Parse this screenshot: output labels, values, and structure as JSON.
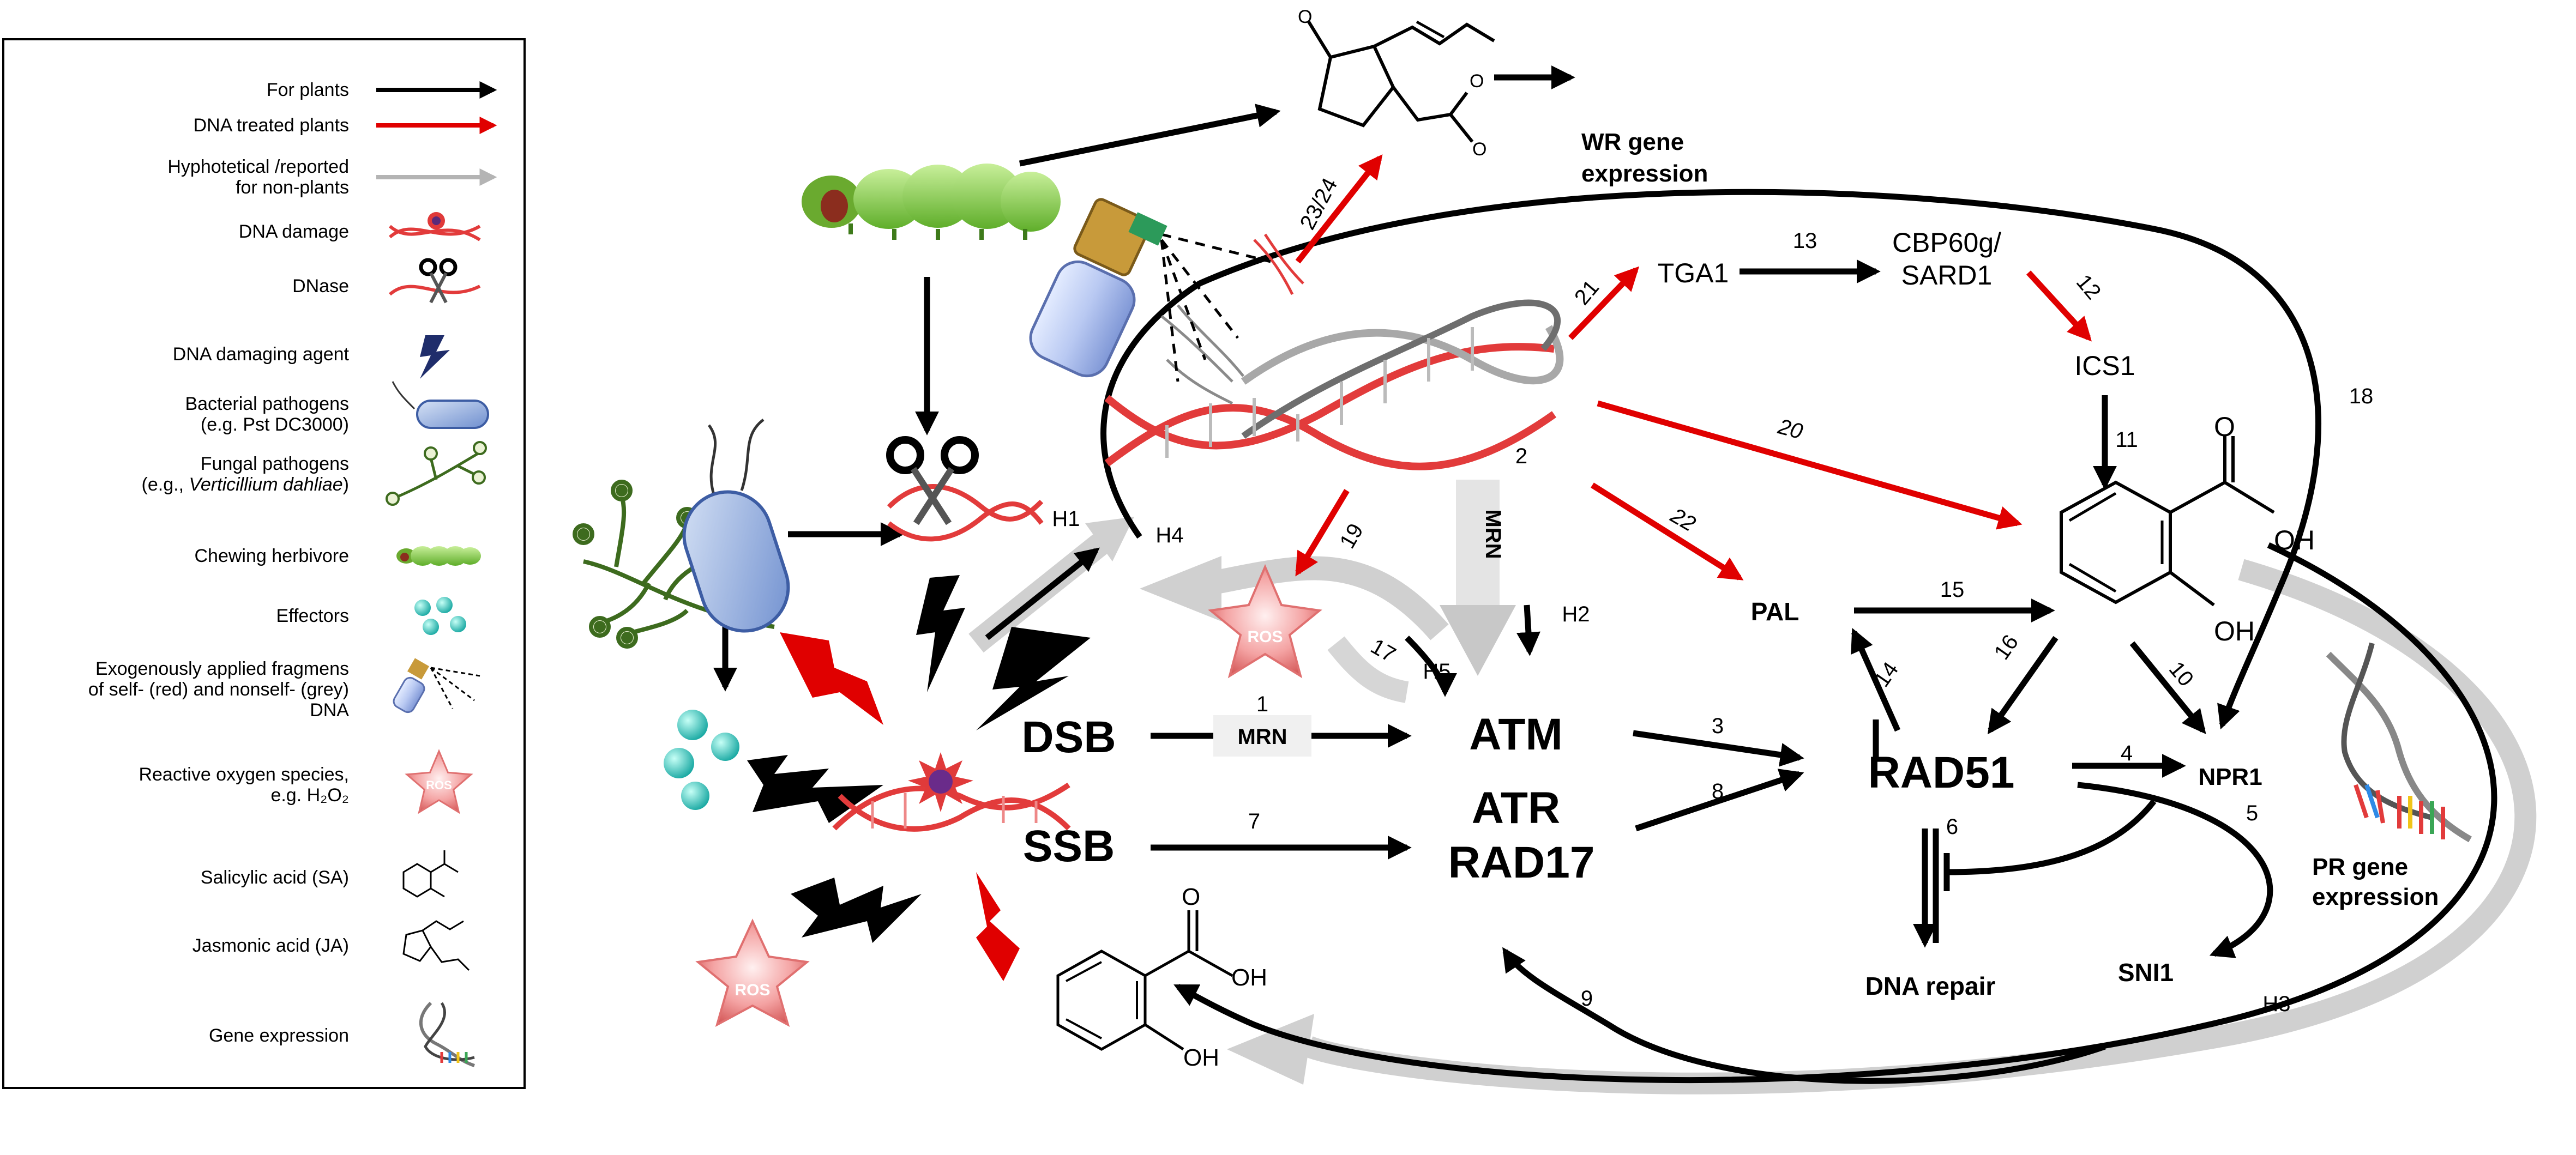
{
  "legend": {
    "items": [
      {
        "lines": [
          "For plants"
        ],
        "symbol": "black-arrow-icon",
        "color": "#000000"
      },
      {
        "lines": [
          "DNA treated plants"
        ],
        "symbol": "red-arrow-icon",
        "color": "#e00000"
      },
      {
        "lines": [
          "Hyphotetical /reported",
          "for non-plants"
        ],
        "symbol": "grey-arrow-icon",
        "color": "#b4b4b4"
      },
      {
        "lines": [
          "DNA damage"
        ],
        "symbol": "dna-damage-icon"
      },
      {
        "lines": [
          "DNase"
        ],
        "symbol": "dnase-icon"
      },
      {
        "lines": [
          "DNA damaging agent"
        ],
        "symbol": "lightning-icon"
      },
      {
        "lines": [
          "Bacterial pathogens",
          "(e.g. Pst DC3000)"
        ],
        "symbol": "bacterium-icon"
      },
      {
        "lines": [
          "Fungal pathogens",
          "(e.g., Verticillium dahliae)"
        ],
        "symbol": "fungus-icon"
      },
      {
        "lines": [
          "Chewing herbivore"
        ],
        "symbol": "caterpillar-icon"
      },
      {
        "lines": [
          "Effectors"
        ],
        "symbol": "effectors-icon"
      },
      {
        "lines": [
          "Exogenously applied fragmens",
          "of self-  (red) and nonself- (grey)",
          "DNA"
        ],
        "symbol": "spray-bottle-icon"
      },
      {
        "lines": [
          "Reactive oxygen species,",
          "e.g. H₂O₂"
        ],
        "symbol": "ros-star-icon"
      },
      {
        "lines": [
          "Salicylic acid (SA)"
        ],
        "symbol": "sa-molecule-icon"
      },
      {
        "lines": [
          "Jasmonic acid (JA)"
        ],
        "symbol": "ja-molecule-icon"
      },
      {
        "lines": [
          "Gene expression"
        ],
        "symbol": "gene-expression-icon"
      }
    ]
  },
  "nodes": {
    "dsb": "DSB",
    "ssb": "SSB",
    "atm": "ATM",
    "atr": "ATR",
    "rad17": "RAD17",
    "rad51": "RAD51",
    "npr1": "NPR1",
    "sni1": "SNI1",
    "dna_repair": "DNA repair",
    "pal": "PAL",
    "tga1": "TGA1",
    "cbp60g": "CBP60g/",
    "sard1": "SARD1",
    "ics1": "ICS1",
    "wr_gene_1": "WR gene",
    "wr_gene_2": "expression",
    "pr_gene_1": "PR gene",
    "pr_gene_2": "expression",
    "mrn_box": "MRN",
    "mrn_vertical": "MRN",
    "ros": "ROS"
  },
  "sa_labels": {
    "oh": "OH",
    "o": "O"
  },
  "ja_labels": {
    "o": "O"
  },
  "edge_labels": {
    "e1": "1",
    "e2": "2",
    "e3": "3",
    "e4": "4",
    "e5": "5",
    "e6": "6",
    "e7": "7",
    "e8": "8",
    "e9": "9",
    "e10": "10",
    "e11": "11",
    "e12": "12",
    "e13": "13",
    "e14": "14",
    "e15": "15",
    "e16": "16",
    "e17": "17",
    "e18": "18",
    "e19": "19",
    "e20": "20",
    "e21": "21",
    "e22": "22",
    "e2324": "23/24",
    "h1": "H1",
    "h2": "H2",
    "h3": "H3",
    "h4": "H4",
    "h5": "H5"
  },
  "colors": {
    "black": "#000000",
    "red": "#e00000",
    "grey": "#b4b4b4",
    "green": "#7cc940",
    "blue": "#9fb7de"
  }
}
